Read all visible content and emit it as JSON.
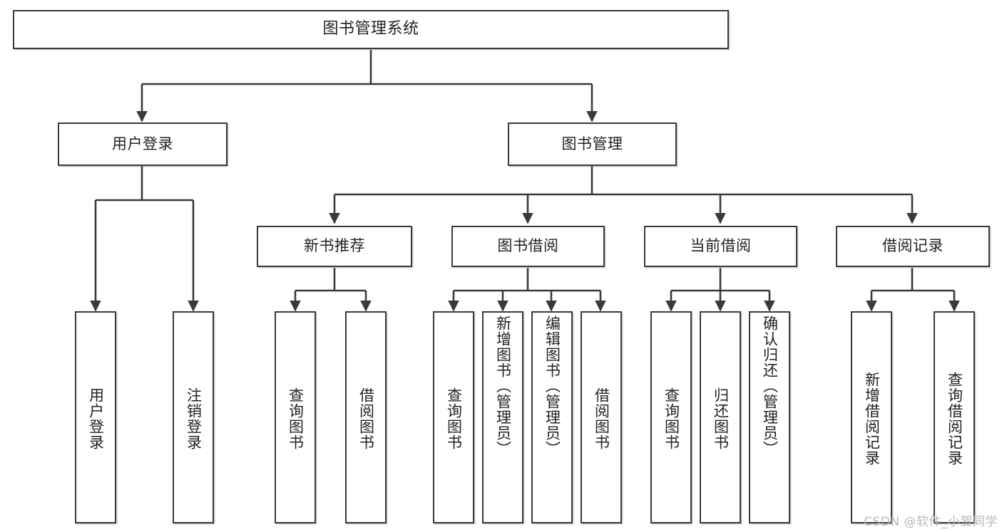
{
  "diagram": {
    "title": "图书管理系统",
    "type": "hierarchy-tree",
    "watermark": "CSDN @软件_小贺同学",
    "colors": {
      "stroke": "#3a3a3a",
      "text": "#222222",
      "background": "#ffffff",
      "watermark": "#b8b8b8"
    },
    "nodes": {
      "root": {
        "label": "图书管理系统",
        "level": 0
      },
      "level1": [
        {
          "label": "用户登录"
        },
        {
          "label": "图书管理"
        }
      ],
      "level2": [
        {
          "label": "新书推荐"
        },
        {
          "label": "图书借阅"
        },
        {
          "label": "当前借阅"
        },
        {
          "label": "借阅记录"
        }
      ],
      "leaves": {
        "user_login": [
          {
            "label": "用户登录"
          },
          {
            "label": "注销登录"
          }
        ],
        "new_book_recommend": [
          {
            "label": "查询图书"
          },
          {
            "label": "借阅图书"
          }
        ],
        "book_borrow": [
          {
            "label": "查询图书"
          },
          {
            "label": "新增图书（管理员）"
          },
          {
            "label": "编辑图书（管理员）"
          },
          {
            "label": "借阅图书"
          }
        ],
        "current_borrow": [
          {
            "label": "查询图书"
          },
          {
            "label": "归还图书"
          },
          {
            "label": "确认归还（管理员）"
          }
        ],
        "borrow_record": [
          {
            "label": "新增借阅记录"
          },
          {
            "label": "查询借阅记录"
          }
        ]
      }
    }
  }
}
